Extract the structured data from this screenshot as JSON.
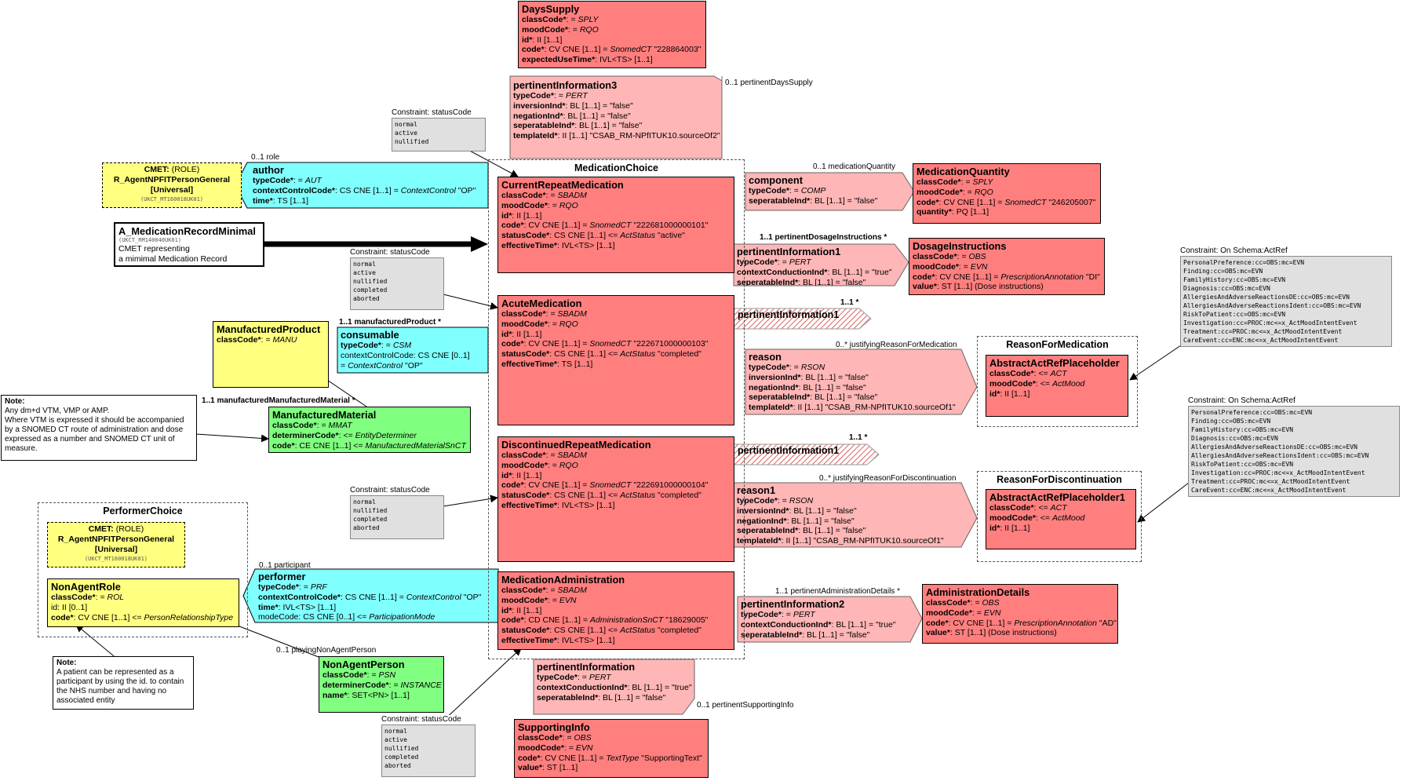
{
  "days_supply": {
    "title": "DaysSupply",
    "lines": [
      [
        "classCode*",
        ": = ",
        "SPLY",
        ""
      ],
      [
        "moodCode*",
        ": = ",
        "RQO",
        ""
      ],
      [
        "id*",
        ": II [1..1]",
        "",
        ""
      ],
      [
        "code*",
        ": CV CNE [1..1] = ",
        "SnomedCT",
        " \"228864003\""
      ],
      [
        "expectedUseTime*",
        ": IVL<TS> [1..1]",
        "",
        ""
      ]
    ]
  },
  "pertinent_info3": {
    "title": "pertinentInformation3",
    "lines": [
      [
        "typeCode*",
        ": = ",
        "PERT",
        ""
      ],
      [
        "inversionInd*",
        ": BL [1..1] = \"false\"",
        "",
        ""
      ],
      [
        "negationInd*",
        ": BL [1..1] = \"false\"",
        "",
        ""
      ],
      [
        "seperatableInd*",
        ": BL [1..1] = \"false\"",
        "",
        ""
      ],
      [
        "templateId*",
        ": II [1..1] \"CSAB_RM-NPfITUK10.sourceOf2\"",
        "",
        ""
      ]
    ]
  },
  "labels": {
    "days_supply_role": "0..1 pertinentDaysSupply",
    "author_role": "0..1 role",
    "med_quantity_role": "0..1 medicationQuantity",
    "dosage_role": "1..1 pertinentDosageInstructions  *",
    "acute_pi": "1..1 *",
    "reason_role": "0..* justifyingReasonForMedication",
    "disc_pi": "1..1 *",
    "reason1_role": "0..* justifyingReasonForDiscontinuation",
    "consumable_role": "1..1 manufacturedProduct  *",
    "manmat_role": "1..1 manufacturedManufacturedMaterial  *",
    "participant_role": "0..1 participant",
    "admin_role": "1..1 pertinentAdministrationDetails  *",
    "playing_role": "0..1 playingNonAgentPerson",
    "supporting_role": "0..1 pertinentSupportingInfo",
    "pi_text": "pertinentInformation1",
    "pi1_text": "pertinentInformation1"
  },
  "cmet_author": {
    "title": "CMET:",
    "role": " (ROLE)",
    "name": "R_AgentNPFITPersonGeneral",
    "universal": "[Universal]",
    "code": "(UKCT_MT160018UK01)"
  },
  "author": {
    "title": "author",
    "lines": [
      [
        "typeCode*",
        ": = ",
        "AUT",
        ""
      ],
      [
        "contextControlCode*",
        ": CS CNE [1..1] = ",
        "ContextControl",
        " \"OP\""
      ],
      [
        "time*",
        ": TS [1..1]",
        "",
        ""
      ]
    ]
  },
  "entry_point": {
    "title": "A_MedicationRecordMinimal",
    "code": "(UKCT_RM140040UK01)",
    "desc1": "CMET representing",
    "desc2": "a mimimal Medication Record"
  },
  "medication_choice": {
    "title": "MedicationChoice"
  },
  "current_repeat": {
    "title": "CurrentRepeatMedication",
    "lines": [
      [
        "classCode*",
        ": = ",
        "SBADM",
        ""
      ],
      [
        "moodCode*",
        ": = ",
        "RQO",
        ""
      ],
      [
        "id*",
        ": II [1..1]",
        "",
        ""
      ],
      [
        "code*",
        ": CV CNE [1..1] = ",
        "SnomedCT",
        " \"222681000000101\""
      ],
      [
        "statusCode*",
        ": CS CNE [1..1] <= ",
        "ActStatus",
        " \"active\""
      ],
      [
        "effectiveTime*",
        ": IVL<TS> [1..1]",
        "",
        ""
      ]
    ]
  },
  "acute": {
    "title": "AcuteMedication",
    "lines": [
      [
        "classCode*",
        ": = ",
        "SBADM",
        ""
      ],
      [
        "moodCode*",
        ": = ",
        "RQO",
        ""
      ],
      [
        "id*",
        ": II [1..1]",
        "",
        ""
      ],
      [
        "code*",
        ": CV CNE [1..1] = ",
        "SnomedCT",
        " \"222671000000103\""
      ],
      [
        "statusCode*",
        ": CS CNE [1..1] <= ",
        "ActStatus",
        " \"completed\""
      ],
      [
        "effectiveTime*",
        ": TS [1..1]",
        "",
        ""
      ]
    ]
  },
  "discontinued": {
    "title": "DiscontinuedRepeatMedication",
    "lines": [
      [
        "classCode*",
        ": = ",
        "SBADM",
        ""
      ],
      [
        "moodCode*",
        ": = ",
        "RQO",
        ""
      ],
      [
        "id*",
        ": II [1..1]",
        "",
        ""
      ],
      [
        "code*",
        ": CV CNE [1..1] = ",
        "SnomedCT",
        " \"222691000000104\""
      ],
      [
        "statusCode*",
        ": CS CNE [1..1] <= ",
        "ActStatus",
        " \"completed\""
      ],
      [
        "effectiveTime*",
        ": IVL<TS> [1..1]",
        "",
        ""
      ]
    ]
  },
  "med_admin": {
    "title": "MedicationAdministration",
    "lines": [
      [
        "classCode*",
        ": = ",
        "SBADM",
        ""
      ],
      [
        "moodCode*",
        ": = ",
        "EVN",
        ""
      ],
      [
        "id*",
        ": II [1..1]",
        "",
        ""
      ],
      [
        "code*",
        ": CD CNE [1..1] = ",
        "AdministrationSnCT",
        " \"18629005\""
      ],
      [
        "statusCode*",
        ": CS CNE [1..1] <= ",
        "ActStatus",
        " \"completed\""
      ],
      [
        "effectiveTime*",
        ": IVL<TS> [1..1]",
        "",
        ""
      ]
    ]
  },
  "component": {
    "title": "component",
    "lines": [
      [
        "typeCode*",
        ": = ",
        "COMP",
        ""
      ],
      [
        "seperatableInd*",
        ": BL [1..1] = \"false\"",
        "",
        ""
      ]
    ]
  },
  "med_quantity": {
    "title": "MedicationQuantity",
    "lines": [
      [
        "classCode*",
        ": = ",
        "SPLY",
        ""
      ],
      [
        "moodCode*",
        ": = ",
        "RQO",
        ""
      ],
      [
        "code*",
        ": CV CNE [1..1] = ",
        "SnomedCT",
        " \"246205007\""
      ],
      [
        "quantity*",
        ": PQ [1..1]",
        "",
        ""
      ]
    ]
  },
  "pi1_dosage": {
    "title": "pertinentInformation1",
    "lines": [
      [
        "typeCode*",
        ": = ",
        "PERT",
        ""
      ],
      [
        "contextConductionInd*",
        ": BL [1..1] = \"true\"",
        "",
        ""
      ],
      [
        "seperatableInd*",
        ": BL [1..1] = \"false\"",
        "",
        ""
      ]
    ]
  },
  "dosage": {
    "title": "DosageInstructions",
    "lines": [
      [
        "classCode*",
        ": = ",
        "OBS",
        ""
      ],
      [
        "moodCode*",
        ": = ",
        "EVN",
        ""
      ],
      [
        "code*",
        ": CV CNE [1..1] = ",
        "PrescriptionAnnotation",
        " \"DI\""
      ],
      [
        "value*",
        ": ST [1..1] (Dose instructions)",
        "",
        ""
      ]
    ]
  },
  "reason": {
    "title": "reason",
    "lines": [
      [
        "typeCode*",
        ": = ",
        "RSON",
        ""
      ],
      [
        "inversionInd*",
        ": BL [1..1] = \"false\"",
        "",
        ""
      ],
      [
        "negationInd*",
        ": BL [1..1] = \"false\"",
        "",
        ""
      ],
      [
        "seperatableInd*",
        ": BL [1..1] = \"false\"",
        "",
        ""
      ],
      [
        "templateId*",
        ": II [1..1] \"CSAB_RM-NPfITUK10.sourceOf1\"",
        "",
        ""
      ]
    ]
  },
  "reason_for_med": {
    "title": "ReasonForMedication"
  },
  "placeholder": {
    "title": "AbstractActRefPlaceholder",
    "lines": [
      [
        "classCode*",
        ": <= ",
        "ACT",
        ""
      ],
      [
        "moodCode*",
        ": <= ",
        "ActMood",
        ""
      ],
      [
        "id*",
        ": II [1..1]",
        "",
        ""
      ]
    ]
  },
  "reason1": {
    "title": "reason1",
    "lines": [
      [
        "typeCode*",
        ": = ",
        "RSON",
        ""
      ],
      [
        "inversionInd*",
        ": BL [1..1] = \"false\"",
        "",
        ""
      ],
      [
        "negationInd*",
        ": BL [1..1] = \"false\"",
        "",
        ""
      ],
      [
        "seperatableInd*",
        ": BL [1..1] = \"false\"",
        "",
        ""
      ],
      [
        "templateId*",
        ": II [1..1] \"CSAB_RM-NPfITUK10.sourceOf1\"",
        "",
        ""
      ]
    ]
  },
  "reason_for_disc": {
    "title": "ReasonForDiscontinuation"
  },
  "placeholder1": {
    "title": "AbstractActRefPlaceholder1",
    "lines": [
      [
        "classCode*",
        ": <= ",
        "ACT",
        ""
      ],
      [
        "moodCode*",
        ": <= ",
        "ActMood",
        ""
      ],
      [
        "id*",
        ": II [1..1]",
        "",
        ""
      ]
    ]
  },
  "pi2": {
    "title": "pertinentInformation2",
    "lines": [
      [
        "typeCode*",
        ": = ",
        "PERT",
        ""
      ],
      [
        "contextConductionInd*",
        ": BL [1..1] = \"true\"",
        "",
        ""
      ],
      [
        "seperatableInd*",
        ": BL [1..1] = \"false\"",
        "",
        ""
      ]
    ]
  },
  "admin_details": {
    "title": "AdministrationDetails",
    "lines": [
      [
        "classCode*",
        ": = ",
        "OBS",
        ""
      ],
      [
        "moodCode*",
        ": = ",
        "EVN",
        ""
      ],
      [
        "code*",
        ": CV CNE [1..1] = ",
        "PrescriptionAnnotation",
        " \"AD\""
      ],
      [
        "value*",
        ": ST [1..1] (Dose instructions)",
        "",
        ""
      ]
    ]
  },
  "pertinent_info": {
    "title": "pertinentInformation",
    "lines": [
      [
        "typeCode*",
        ": = ",
        "PERT",
        ""
      ],
      [
        "contextConductionInd*",
        ": BL [1..1] = \"true\"",
        "",
        ""
      ],
      [
        "seperatableInd*",
        ": BL [1..1] = \"false\"",
        "",
        ""
      ]
    ]
  },
  "supporting": {
    "title": "SupportingInfo",
    "lines": [
      [
        "classCode*",
        ": = ",
        "OBS",
        ""
      ],
      [
        "moodCode*",
        ": = ",
        "EVN",
        ""
      ],
      [
        "code*",
        ": CV CNE [1..1] = ",
        "TextType",
        " \"SupportingText\""
      ],
      [
        "value*",
        ": ST [1..1]",
        "",
        ""
      ]
    ]
  },
  "man_product": {
    "title": "ManufacturedProduct",
    "lines": [
      [
        "classCode*",
        ": = ",
        "MANU",
        ""
      ]
    ]
  },
  "consumable": {
    "title": "consumable",
    "lines": [
      [
        "typeCode*",
        ": = ",
        "CSM",
        ""
      ],
      [
        "contextControlCode: CS CNE [0..1]",
        "",
        "",
        ""
      ],
      [
        "   = ",
        "",
        "ContextControl",
        " \"OP\""
      ]
    ]
  },
  "man_material": {
    "title": "ManufacturedMaterial",
    "lines": [
      [
        "classCode*",
        ": = ",
        "MMAT",
        ""
      ],
      [
        "determinerCode*",
        ": <= ",
        "EntityDeterminer",
        ""
      ],
      [
        "code*",
        ": CE CNE [1..1] <= ",
        "ManufacturedMaterialSnCT",
        ""
      ]
    ]
  },
  "note_vtm": {
    "title": "Note:",
    "lines": [
      "Any dm+d VTM, VMP or AMP.",
      "Where VTM is expressed it should be accompanied",
      "by a SNOMED CT route of administration and dose",
      "expressed as a number and SNOMED CT unit of",
      "measure."
    ]
  },
  "performer_choice": {
    "title": "PerformerChoice"
  },
  "cmet_perf": {
    "title": "CMET:",
    "role": " (ROLE)",
    "name": "R_AgentNPFITPersonGeneral",
    "universal": "[Universal]",
    "code": "(UKCT_MT160018UK01)"
  },
  "non_agent_role": {
    "title": "NonAgentRole",
    "lines": [
      [
        "classCode*",
        ": = ",
        "ROL",
        ""
      ],
      [
        "id: II [0..1]",
        "",
        "",
        ""
      ],
      [
        "code*",
        ": CV CNE [1..1] <= ",
        "PersonRelationshipType",
        ""
      ]
    ]
  },
  "performer": {
    "title": "performer",
    "lines": [
      [
        "typeCode*",
        ": = ",
        "PRF",
        ""
      ],
      [
        "contextControlCode*",
        ": CS CNE [1..1] = ",
        "ContextControl",
        " \"OP\""
      ],
      [
        "time*",
        ": IVL<TS> [1..1]",
        "",
        ""
      ],
      [
        "modeCode: CS CNE [0..1] <= ",
        "",
        "ParticipationMode",
        ""
      ]
    ]
  },
  "non_agent_person": {
    "title": "NonAgentPerson",
    "lines": [
      [
        "classCode*",
        ": = ",
        "PSN",
        ""
      ],
      [
        "determinerCode*",
        ": = ",
        "INSTANCE",
        ""
      ],
      [
        "name*",
        ": SET<PN> [1..1]",
        "",
        ""
      ]
    ]
  },
  "note_patient": {
    "title": "Note:",
    "lines": [
      "A patient can be represented as  a",
      "participant by using the id. to contain",
      "the NHS number and having no",
      "associated entity"
    ]
  },
  "constraints": {
    "c1": {
      "title": "Constraint: statusCode",
      "body": "normal\nactive\nnullified"
    },
    "c2": {
      "title": "Constraint: statusCode",
      "body": "normal\nactive\nnullified\ncompleted\naborted"
    },
    "c3": {
      "title": "Constraint: statusCode",
      "body": "normal\nnullified\ncompleted\naborted"
    },
    "c4": {
      "title": "Constraint: statusCode",
      "body": "normal\nactive\nnullified\ncompleted\naborted"
    },
    "c5": {
      "title": "Constraint: On Schema:ActRef",
      "body": "PersonalPreference:cc=OBS:mc=EVN\nFinding:cc=OBS:mc=EVN\nFamilyHistory:cc=OBS:mc=EVN\nDiagnosis:cc=OBS:mc=EVN\nAllergiesAndAdverseReactionsDE:cc=OBS:mc=EVN\nAllergiesAndAdverseReactionsIdent:cc=OBS:mc=EVN\nRiskToPatient:cc=OBS:mc=EVN\nInvestigation:cc=PROC:mc<=x_ActMoodIntentEvent\nTreatment:cc=PROC:mc<=x_ActMoodIntentEvent\nCareEvent:cc=ENC:mc<=x_ActMoodIntentEvent"
    },
    "c6": {
      "title": "Constraint: On Schema:ActRef",
      "body": "PersonalPreference:cc=OBS:mc=EVN\nFinding:cc=OBS:mc=EVN\nFamilyHistory:cc=OBS:mc=EVN\nDiagnosis:cc=OBS:mc=EVN\nAllergiesAndAdverseReactionsDE:cc=OBS:mc=EVN\nAllergiesAndAdverseReactionsIdent:cc=OBS:mc=EVN\nRiskToPatient:cc=OBS:mc=EVN\nInvestigation:cc=PROC:mc<=x_ActMoodIntentEvent\nTreatment:cc=PROC:mc<=x_ActMoodIntentEvent\nCareEvent:cc=ENC:mc<=x_ActMoodIntentEvent"
    }
  },
  "colors": {
    "act": "#ff7f7f",
    "relationship": "#ffb6b6",
    "participation": "#80ffff",
    "role": "#ffff80",
    "entity": "#80ff80",
    "constraint": "#e0e0e0"
  }
}
